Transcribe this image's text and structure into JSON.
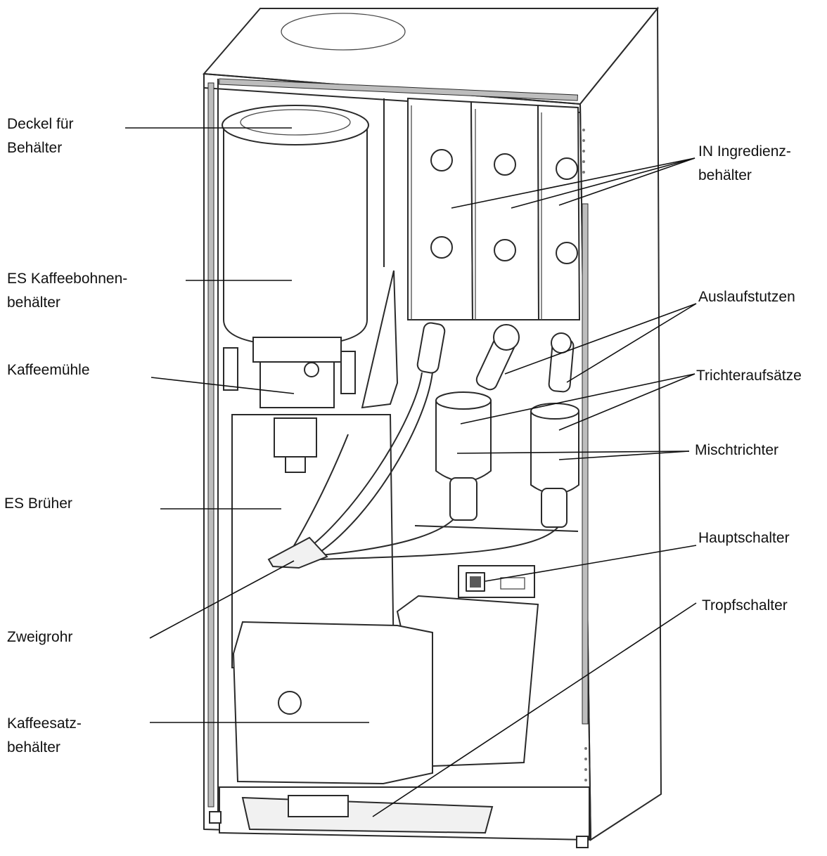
{
  "labels": {
    "deckel": "Deckel für\nBehälter",
    "kaffeebohnen": "ES Kaffeebohnen-\nbehälter",
    "kaffeemuehle": "Kaffeemühle",
    "brueher": "ES Brüher",
    "zweigrohr": "Zweigrohr",
    "kaffeesatz": "Kaffeesatz-\nbehälter",
    "ingredienz": "IN Ingredienz-\nbehälter",
    "auslauf": "Auslaufstutzen",
    "trichteraufsaetze": "Trichteraufsätze",
    "mischtrichter": "Mischtrichter",
    "hauptschalter": "Hauptschalter",
    "tropfschalter": "Tropfschalter"
  }
}
